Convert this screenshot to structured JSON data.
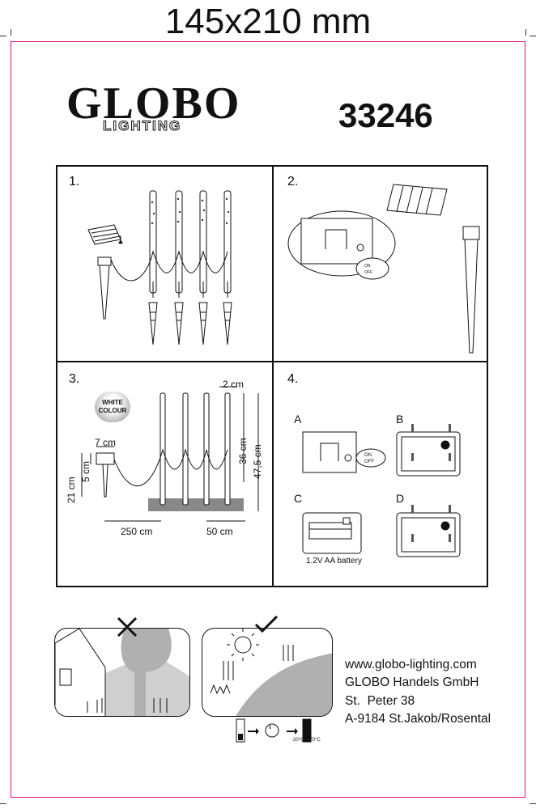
{
  "page_size_label": "145x210 mm",
  "brand": {
    "name": "GLOBO",
    "sub": "LIGHTING"
  },
  "product_code": "33246",
  "steps": [
    {
      "number": "1."
    },
    {
      "number": "2."
    },
    {
      "number": "3.",
      "badge": [
        "WHITE",
        "COLOUR"
      ],
      "dimensions": {
        "width": "2 cm",
        "tube_height": "36 cm",
        "total_height": "47,5 cm",
        "panel_width": "7 cm",
        "panel_height": "5 cm",
        "spike_height": "21 cm",
        "cable": "250 cm",
        "spacing": "50 cm"
      }
    },
    {
      "number": "4.",
      "subfigures": [
        "A",
        "B",
        "C",
        "D"
      ],
      "switch_on": "ON",
      "switch_off": "OFF",
      "battery_label": "1.2V AA battery",
      "switch_small_on": "ON",
      "switch_small_off": "OFF"
    }
  ],
  "placement": {
    "temp_range": "-20°C~+70°C",
    "hours": "6"
  },
  "contact": {
    "website": "www.globo-lighting.com",
    "company": "GLOBO Handels GmbH",
    "street": "St.  Peter 38",
    "city": "A-9184 St.Jakob/Rosental"
  }
}
